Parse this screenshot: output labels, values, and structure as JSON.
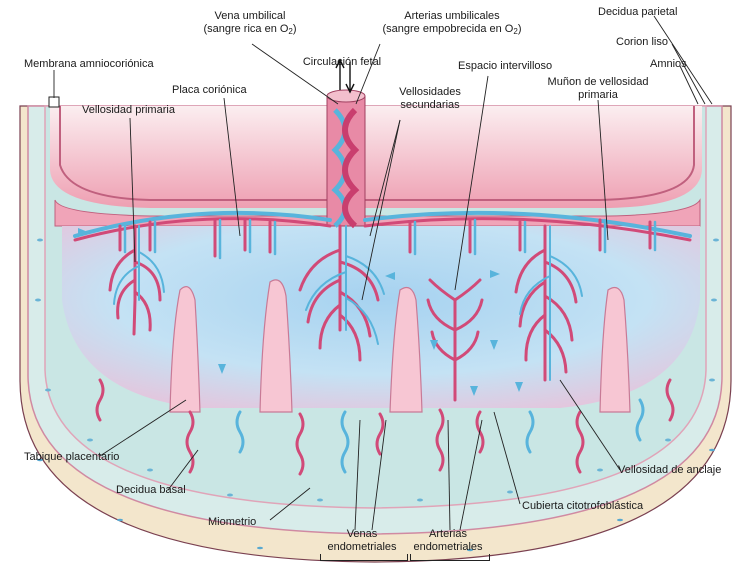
{
  "labels": {
    "vena_umbilical": "Vena umbilical",
    "vena_umbilical_sub_a": "(sangre rica en O",
    "vena_umbilical_sub_b": "2",
    "vena_umbilical_sub_c": ")",
    "arterias_umbilicales": "Arterias umbilicales",
    "arterias_umbilicales_sub_a": "(sangre empobrecida en O",
    "arterias_umbilicales_sub_b": "2",
    "arterias_umbilicales_sub_c": ")",
    "decidua_parietal": "Decidua parietal",
    "corion_liso": "Corion liso",
    "amnios": "Amnios",
    "membrana_amniocorionica": "Membrana amniocoriónica",
    "circulacion_fetal": "Circulación fetal",
    "placa_corionica": "Placa coriónica",
    "vellosidades_secundarias_1": "Vellosidades",
    "vellosidades_secundarias_2": "secundarias",
    "espacio_intervilloso": "Espacio intervilloso",
    "munon_1": "Muñon de vellosidad",
    "munon_2": "primaria",
    "vellosidad_primaria": "Vellosidad primaria",
    "tabique_placentario": "Tabique placentario",
    "decidua_basal": "Decidua basal",
    "miometrio": "Miometrio",
    "venas_endometriales_1": "Venas",
    "venas_endometriales_2": "endometriales",
    "arterias_endometriales_1": "Arterias",
    "arterias_endometriales_2": "endometriales",
    "vellosidad_anclaje": "Vellosidad de anclaje",
    "cubierta_citotrofoblastica": "Cubierta citotrofoblástica"
  },
  "colors": {
    "myometrium": "#f3e6cc",
    "decidua": "#cde8e6",
    "decidua_edge": "#e8b8c8",
    "amnion_top": "#f6d2d6",
    "chorionic_plate": "#f0a4b8",
    "intervillous": "#bcdcf0",
    "intervillous_dark": "#8ec4e8",
    "artery": "#d14a78",
    "vein": "#58b4dc",
    "septum": "#f7c6d3",
    "leader": "#222222"
  }
}
